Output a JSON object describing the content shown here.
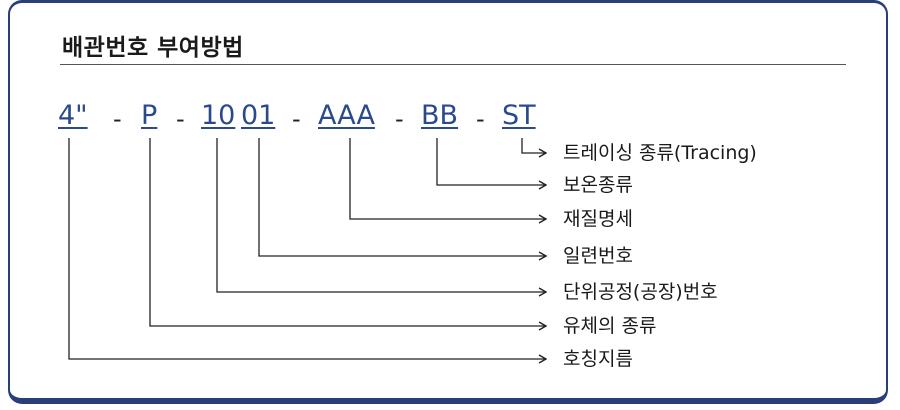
{
  "title": "배관번호 부여방법",
  "code": {
    "size": "4\"",
    "fluid": "P",
    "unit": "10",
    "serial": "01",
    "material": "AAA",
    "insulation": "BB",
    "tracing": "ST",
    "separator": "-"
  },
  "labels": {
    "tracing": "트레이싱 종류(Tracing)",
    "insulation": "보온종류",
    "material": "재질명세",
    "serial": "일련번호",
    "unit": "단위공정(공장)번호",
    "fluid": "유체의 종류",
    "size": "호칭지름"
  },
  "colors": {
    "accent": "#2a4a8c",
    "border": "#2a3e7a",
    "text": "#1a1a1a"
  }
}
